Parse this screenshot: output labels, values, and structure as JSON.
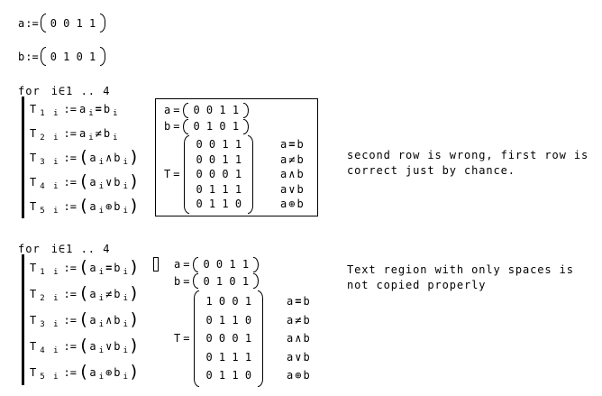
{
  "colors": {
    "ink": "#000000",
    "paper": "#ffffff"
  },
  "defs": [
    {
      "var": "a",
      "assign": ":=",
      "cells": [
        "0",
        "0",
        "1",
        "1"
      ]
    },
    {
      "var": "b",
      "assign": ":=",
      "cells": [
        "0",
        "1",
        "0",
        "1"
      ]
    }
  ],
  "section1": {
    "for_line": {
      "keyword": "for",
      "expr": "i∈1 .. 4"
    },
    "program": [
      {
        "target": "T",
        "target_sub": "1 i",
        "assign": ":=",
        "open": "",
        "lhs": "a",
        "lhs_sub": "i",
        "op": "=",
        "rhs": "b",
        "rhs_sub": "i",
        "close": ""
      },
      {
        "target": "T",
        "target_sub": "2 i",
        "assign": ":=",
        "open": "",
        "lhs": "a",
        "lhs_sub": "i",
        "op": "≠",
        "rhs": "b",
        "rhs_sub": "i",
        "close": ""
      },
      {
        "target": "T",
        "target_sub": "3 i",
        "assign": ":=",
        "open": "(",
        "lhs": "a",
        "lhs_sub": "i",
        "op": "∧",
        "rhs": "b",
        "rhs_sub": "i",
        "close": ")"
      },
      {
        "target": "T",
        "target_sub": "4 i",
        "assign": ":=",
        "open": "(",
        "lhs": "a",
        "lhs_sub": "i",
        "op": "∨",
        "rhs": "b",
        "rhs_sub": "i",
        "close": ")"
      },
      {
        "target": "T",
        "target_sub": "5 i",
        "assign": ":=",
        "open": "(",
        "lhs": "a",
        "lhs_sub": "i",
        "op": "⊕",
        "rhs": "b",
        "rhs_sub": "i",
        "close": ")"
      }
    ],
    "results": {
      "a": {
        "var": "a",
        "eq": "=",
        "cells": [
          "0",
          "0",
          "1",
          "1"
        ]
      },
      "b": {
        "var": "b",
        "eq": "=",
        "cells": [
          "0",
          "1",
          "0",
          "1"
        ]
      },
      "T": {
        "var": "T",
        "eq": "=",
        "matrix": [
          [
            "0",
            "0",
            "1",
            "1"
          ],
          [
            "0",
            "0",
            "1",
            "1"
          ],
          [
            "0",
            "0",
            "0",
            "1"
          ],
          [
            "0",
            "1",
            "1",
            "1"
          ],
          [
            "0",
            "1",
            "1",
            "0"
          ]
        ]
      },
      "row_labels": [
        {
          "l": "a",
          "op": "=",
          "r": "b"
        },
        {
          "l": "a",
          "op": "≠",
          "r": "b"
        },
        {
          "l": "a",
          "op": "∧",
          "r": "b"
        },
        {
          "l": "a",
          "op": "∨",
          "r": "b"
        },
        {
          "l": "a",
          "op": "⊕",
          "r": "b"
        }
      ]
    },
    "note": "second row is wrong, first row is\ncorrect just by chance."
  },
  "section2": {
    "for_line": {
      "keyword": "for",
      "expr": "i∈1 .. 4"
    },
    "program": [
      {
        "target": "T",
        "target_sub": "1 i",
        "assign": ":=",
        "open": "(",
        "lhs": "a",
        "lhs_sub": "i",
        "op": "=",
        "rhs": "b",
        "rhs_sub": "i",
        "close": ")"
      },
      {
        "target": "T",
        "target_sub": "2 i",
        "assign": ":=",
        "open": "(",
        "lhs": "a",
        "lhs_sub": "i",
        "op": "≠",
        "rhs": "b",
        "rhs_sub": "i",
        "close": ")"
      },
      {
        "target": "T",
        "target_sub": "3 i",
        "assign": ":=",
        "open": "(",
        "lhs": "a",
        "lhs_sub": "i",
        "op": "∧",
        "rhs": "b",
        "rhs_sub": "i",
        "close": ")"
      },
      {
        "target": "T",
        "target_sub": "4 i",
        "assign": ":=",
        "open": "(",
        "lhs": "a",
        "lhs_sub": "i",
        "op": "∨",
        "rhs": "b",
        "rhs_sub": "i",
        "close": ")"
      },
      {
        "target": "T",
        "target_sub": "5 i",
        "assign": ":=",
        "open": "(",
        "lhs": "a",
        "lhs_sub": "i",
        "op": "⊕",
        "rhs": "b",
        "rhs_sub": "i",
        "close": ")"
      }
    ],
    "results": {
      "a": {
        "var": "a",
        "eq": "=",
        "cells": [
          "0",
          "0",
          "1",
          "1"
        ]
      },
      "b": {
        "var": "b",
        "eq": "=",
        "cells": [
          "0",
          "1",
          "0",
          "1"
        ]
      },
      "T": {
        "var": "T",
        "eq": "=",
        "matrix": [
          [
            "1",
            "0",
            "0",
            "1"
          ],
          [
            "0",
            "1",
            "1",
            "0"
          ],
          [
            "0",
            "0",
            "0",
            "1"
          ],
          [
            "0",
            "1",
            "1",
            "1"
          ],
          [
            "0",
            "1",
            "1",
            "0"
          ]
        ]
      },
      "row_labels": [
        {
          "l": "a",
          "op": "=",
          "r": "b"
        },
        {
          "l": "a",
          "op": "≠",
          "r": "b"
        },
        {
          "l": "a",
          "op": "∧",
          "r": "b"
        },
        {
          "l": "a",
          "op": "∨",
          "r": "b"
        },
        {
          "l": "a",
          "op": "⊕",
          "r": "b"
        }
      ]
    },
    "note": "Text region with only spaces is\nnot copied properly"
  }
}
